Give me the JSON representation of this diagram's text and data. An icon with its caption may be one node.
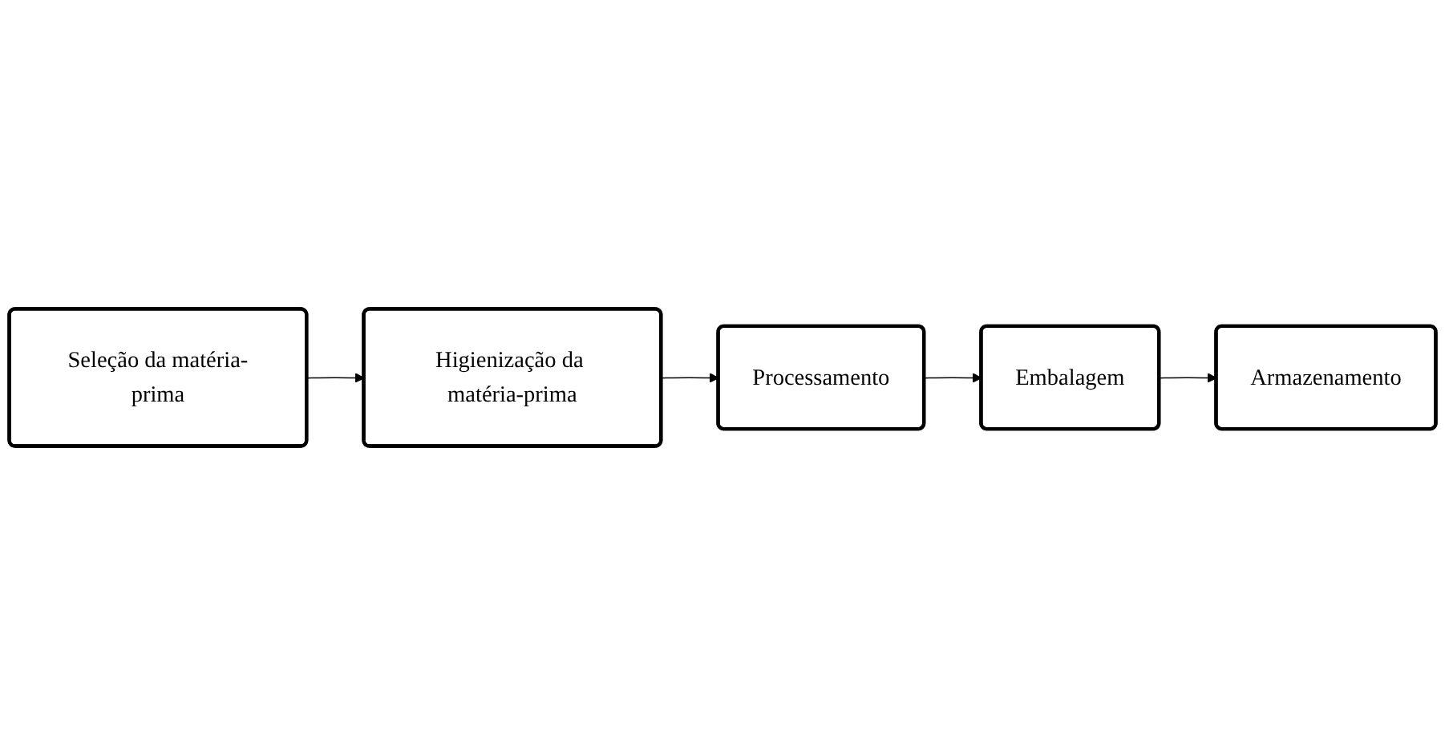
{
  "diagram": {
    "nodes": [
      {
        "text": [
          "Seleção da matéria-prima"
        ]
      },
      {
        "text": [
          "Higienização da matéria-prima"
        ]
      },
      {
        "text": [
          "Processamento"
        ]
      },
      {
        "text": [
          "Embalagem"
        ]
      },
      {
        "text": [
          "Armazenamento"
        ]
      }
    ],
    "edges": [
      {
        "from": 0,
        "to": 1,
        "arrow": "to"
      },
      {
        "from": 1,
        "to": 2,
        "arrow": "to"
      },
      {
        "from": 2,
        "to": 3,
        "arrow": "to"
      },
      {
        "from": 3,
        "to": 4,
        "arrow": "to"
      }
    ]
  }
}
